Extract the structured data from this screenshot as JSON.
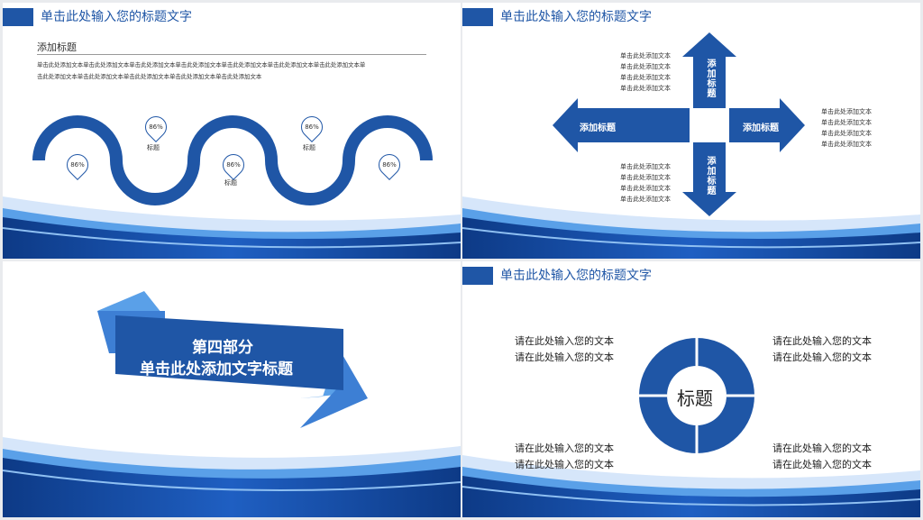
{
  "header_title": "单击此处输入您的标题文字",
  "slide1": {
    "subtitle": "添加标题",
    "body_line1": "单击此处添加文本单击此处添加文本单击此处添加文本单击此处添加文本单击此处添加文本单击此处添加文本单击此处添加文本单",
    "body_line2": "击此处添加文本单击此处添加文本单击此处添加文本单击此处添加文本单击此处添加文本",
    "pins": [
      "86%",
      "86%",
      "86%",
      "86%",
      "86%"
    ],
    "pin_label": "标题"
  },
  "slide2": {
    "up_label": "添加标题",
    "down_label": "添加标题",
    "left_label": "添加标题",
    "right_label": "添加标题",
    "text_line": "单击此处添加文本"
  },
  "slide3": {
    "line1": "第四部分",
    "line2": "单击此处添加文字标题"
  },
  "slide4": {
    "center": "标题",
    "text_line": "请在此处输入您的文本"
  },
  "colors": {
    "primary": "#1f56a6",
    "dark": "#0d3a86",
    "light": "#5aa0e8"
  }
}
